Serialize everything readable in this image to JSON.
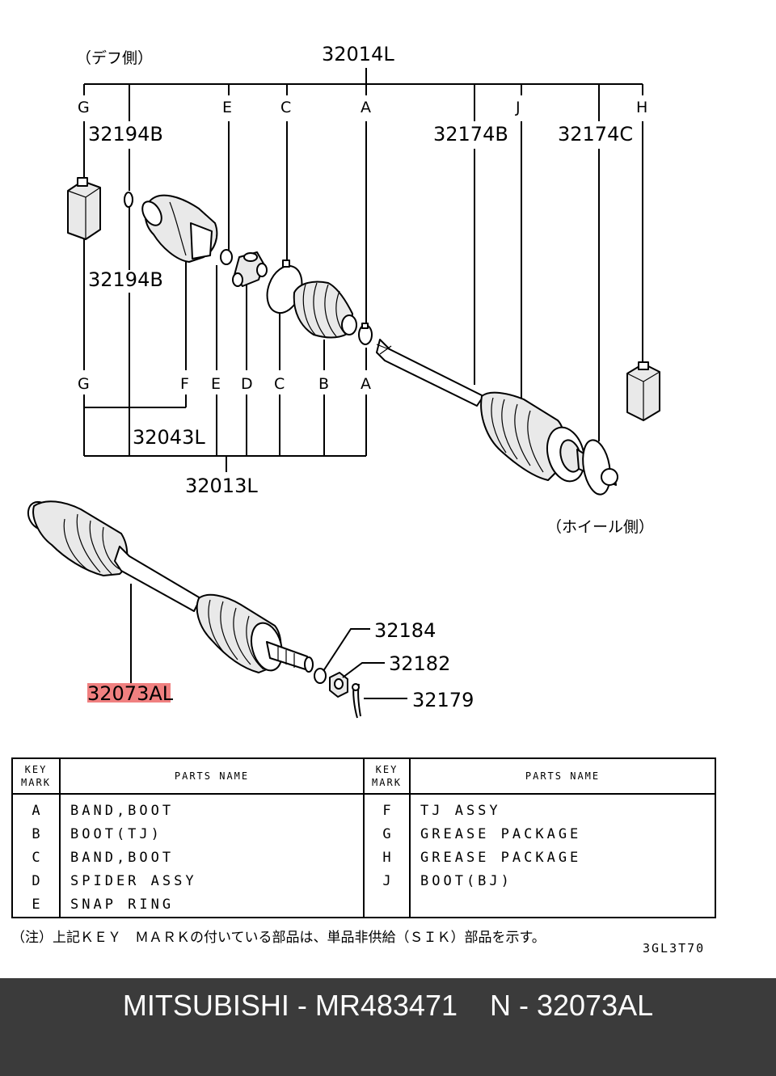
{
  "diagram": {
    "side_labels": {
      "diff_side": "（デフ側）",
      "wheel_side": "（ホイール側）"
    },
    "part_numbers": {
      "p32014L": "32014L",
      "p32194B_top": "32194B",
      "p32194B_mid": "32194B",
      "p32174B": "32174B",
      "p32174C": "32174C",
      "p32043L": "32043L",
      "p32013L": "32013L",
      "p32073AL": "32073AL",
      "p32184": "32184",
      "p32182": "32182",
      "p32179": "32179"
    },
    "highlight_color": "#f08080",
    "top_marks": [
      "G",
      "E",
      "C",
      "A",
      "J",
      "H"
    ],
    "bottom_marks": [
      "G",
      "F",
      "E",
      "D",
      "C",
      "B",
      "A"
    ]
  },
  "table": {
    "key_header_1": "KEY",
    "key_header_2": "MARK",
    "name_header": "PARTS NAME",
    "left_keys": [
      "A",
      "B",
      "C",
      "D",
      "E"
    ],
    "left_names": [
      "BAND,BOOT",
      "BOOT(TJ)",
      "BAND,BOOT",
      "SPIDER ASSY",
      "SNAP RING"
    ],
    "right_keys": [
      "F",
      "G",
      "H",
      "J"
    ],
    "right_names": [
      "TJ ASSY",
      "GREASE PACKAGE",
      "GREASE PACKAGE",
      "BOOT(BJ)"
    ]
  },
  "note": "（注）上記ＫＥＹ　ＭＡＲＫの付いている部品は、単品非供給（ＳＩＫ）部品を示す。",
  "figure_code": "3GL3T70",
  "footer": "MITSUBISHI - MR483471    N - 32073AL"
}
